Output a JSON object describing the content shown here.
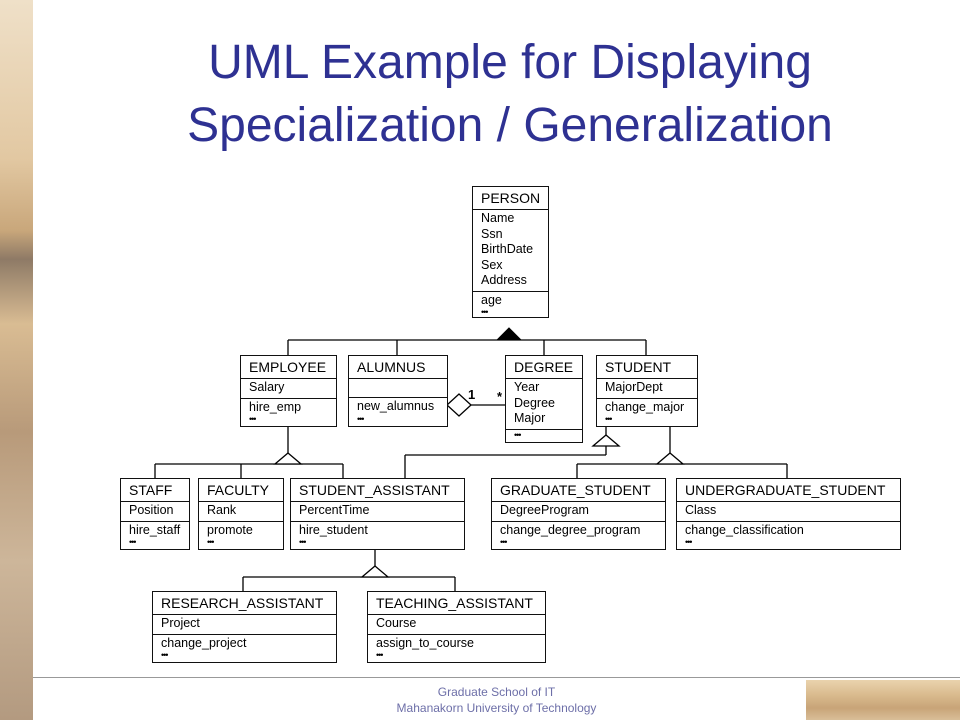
{
  "slide": {
    "title_line1": "UML Example for Displaying",
    "title_line2": "Specialization / Generalization",
    "footer_line1": "Graduate  School of IT",
    "footer_line2": "Mahanakorn University of Technology"
  },
  "classes": {
    "person": {
      "name": "PERSON",
      "attributes": [
        "Name",
        "Ssn",
        "BirthDate",
        "Sex",
        "Address"
      ],
      "operations": [
        "age",
        "•••"
      ]
    },
    "employee": {
      "name": "EMPLOYEE",
      "attributes": [
        "Salary"
      ],
      "operations": [
        "hire_emp",
        "•••"
      ]
    },
    "alumnus": {
      "name": "ALUMNUS",
      "attributes": [
        ""
      ],
      "operations": [
        "new_alumnus",
        "•••"
      ]
    },
    "degree": {
      "name": "DEGREE",
      "attributes": [
        "Year",
        "Degree",
        "Major"
      ],
      "operations": [
        "•••"
      ]
    },
    "student": {
      "name": "STUDENT",
      "attributes": [
        "MajorDept"
      ],
      "operations": [
        "change_major",
        "•••"
      ]
    },
    "staff": {
      "name": "STAFF",
      "attributes": [
        "Position"
      ],
      "operations": [
        "hire_staff",
        "•••"
      ]
    },
    "faculty": {
      "name": "FACULTY",
      "attributes": [
        "Rank"
      ],
      "operations": [
        "promote",
        "•••"
      ]
    },
    "student_assistant": {
      "name": "STUDENT_ASSISTANT",
      "attributes": [
        "PercentTime"
      ],
      "operations": [
        "hire_student",
        "•••"
      ]
    },
    "graduate_student": {
      "name": "GRADUATE_STUDENT",
      "attributes": [
        "DegreeProgram"
      ],
      "operations": [
        "change_degree_program",
        "•••"
      ]
    },
    "undergraduate_student": {
      "name": "UNDERGRADUATE_STUDENT",
      "attributes": [
        "Class"
      ],
      "operations": [
        "change_classification",
        "•••"
      ]
    },
    "research_assistant": {
      "name": "RESEARCH_ASSISTANT",
      "attributes": [
        "Project"
      ],
      "operations": [
        "change_project",
        "•••"
      ]
    },
    "teaching_assistant": {
      "name": "TEACHING_ASSISTANT",
      "attributes": [
        "Course"
      ],
      "operations": [
        "assign_to_course",
        "•••"
      ]
    }
  },
  "association": {
    "alumnus_end": "1",
    "degree_end": "*"
  }
}
